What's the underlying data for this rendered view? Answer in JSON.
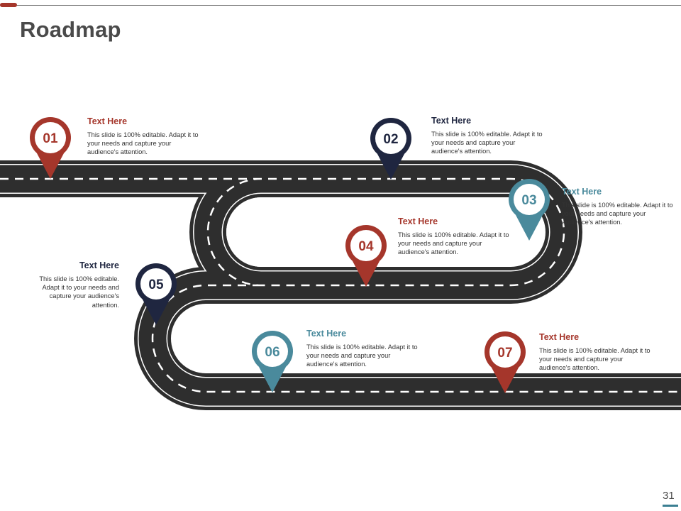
{
  "slide": {
    "title": "Roadmap",
    "page_number": "31"
  },
  "colors": {
    "red": "#a5362b",
    "navy": "#1f2640",
    "teal": "#4a8a9c",
    "road": "#2e2e2e"
  },
  "milestones": [
    {
      "number": "01",
      "heading": "Text Here",
      "body": "This slide is 100% editable. Adapt it to your needs and capture your audience's attention.",
      "color": "#a5362b"
    },
    {
      "number": "02",
      "heading": "Text Here",
      "body": "This slide is 100% editable. Adapt it to your needs and capture your audience's attention.",
      "color": "#1f2640"
    },
    {
      "number": "03",
      "heading": "Text Here",
      "body": "This slide is 100% editable. Adapt it to your needs and capture your audience's attention.",
      "color": "#4a8a9c"
    },
    {
      "number": "04",
      "heading": "Text Here",
      "body": "This slide is 100% editable. Adapt it to your needs and capture your audience's attention.",
      "color": "#a5362b"
    },
    {
      "number": "05",
      "heading": "Text Here",
      "body": "This slide is 100% editable. Adapt it to your needs and capture your audience's attention.",
      "color": "#1f2640"
    },
    {
      "number": "06",
      "heading": "Text Here",
      "body": "This slide is 100% editable. Adapt it to your needs and capture your audience's attention.",
      "color": "#4a8a9c"
    },
    {
      "number": "07",
      "heading": "Text Here",
      "body": "This slide is 100% editable. Adapt it to your needs and capture your audience's attention.",
      "color": "#a5362b"
    }
  ]
}
